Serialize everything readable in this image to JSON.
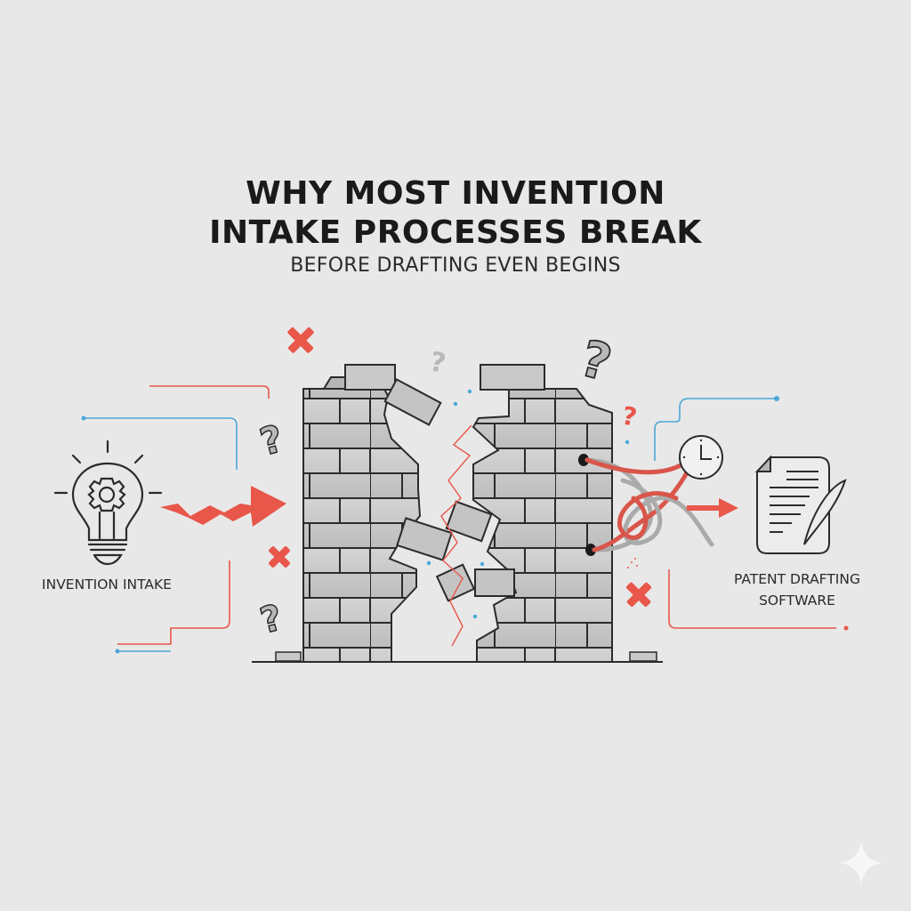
{
  "header": {
    "title_line1": "WHY MOST INVENTION",
    "title_line2": "INTAKE PROCESSES BREAK",
    "subtitle": "BEFORE DRAFTING EVEN BEGINS"
  },
  "left_node": {
    "icon": "lightbulb-gear-icon",
    "label": "INVENTION INTAKE"
  },
  "right_node": {
    "icon": "document-quill-icon",
    "label_line1": "PATENT DRAFTING",
    "label_line2": "SOFTWARE"
  },
  "center": {
    "icon": "broken-brick-wall",
    "decorations": [
      "question-mark-icon",
      "x-mark-icon",
      "tangled-wires",
      "clock-icon",
      "zigzag-arrow-icon",
      "arrow-right-icon"
    ]
  },
  "colors": {
    "background": "#e8e8e8",
    "accent_red": "#e8574a",
    "accent_blue": "#4aa8d8",
    "brick_fill": "#c9c9c9",
    "outline": "#2b2b2b"
  }
}
